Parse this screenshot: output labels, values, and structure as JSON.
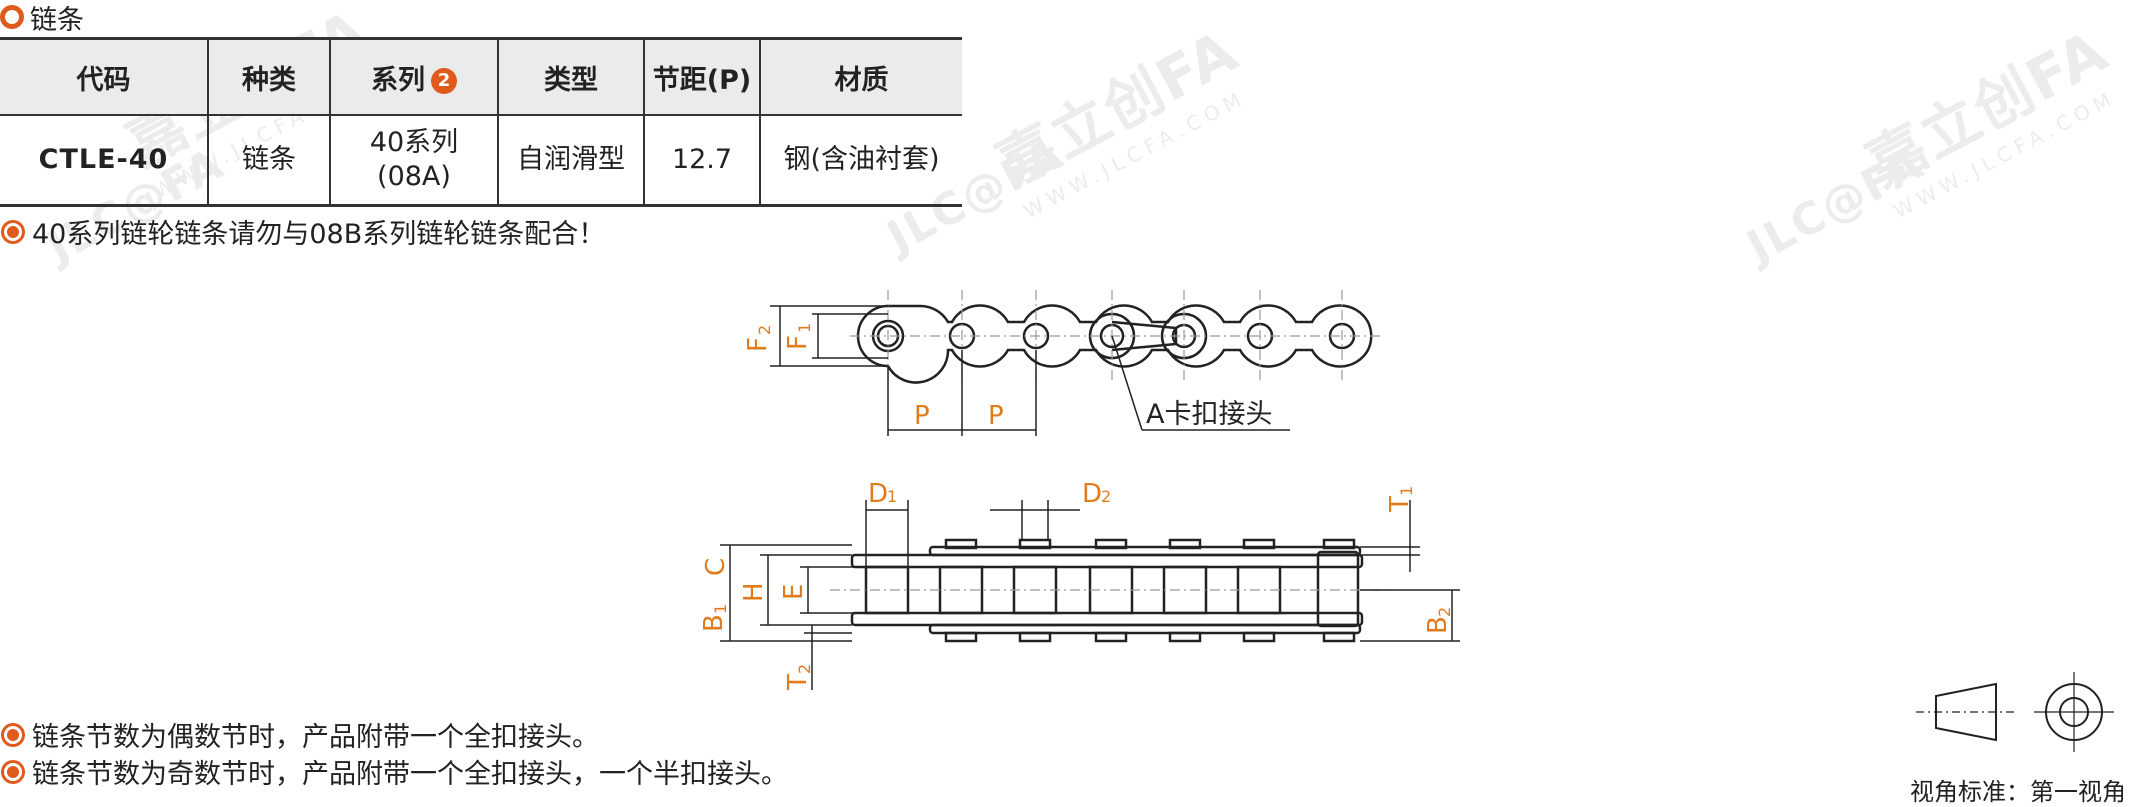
{
  "section": {
    "title": "链条"
  },
  "table": {
    "headers": {
      "code": "代码",
      "kind": "种类",
      "series": "系列",
      "series_badge": "2",
      "type": "类型",
      "pitch": "节距(P)",
      "material": "材质"
    },
    "row": {
      "code": "CTLE-40",
      "kind": "链条",
      "series_line1": "40系列",
      "series_line2": "(08A)",
      "type": "自润滑型",
      "pitch": "12.7",
      "material": "钢(含油衬套)"
    }
  },
  "notes": {
    "n1": "40系列链轮链条请勿与08B系列链轮链条配合！",
    "n2": "链条节数为偶数节时，产品附带一个全扣接头。",
    "n3": "链条节数为奇数节时，产品附带一个全扣接头，一个半扣接头。"
  },
  "drawing": {
    "callout": "A卡扣接头",
    "labels": {
      "F": "F",
      "P": "P",
      "D": "D",
      "C": "C",
      "H": "H",
      "E": "E",
      "B": "B",
      "T": "T",
      "sub1": "1",
      "sub2": "2"
    }
  },
  "view": {
    "label": "视角标准：第一视角"
  },
  "watermark": {
    "brand": "嘉立创FA",
    "logo": "JLC@FA",
    "url": "WWW.JLCFA.COM"
  },
  "colors": {
    "accent": "#e05a1c",
    "dimension": "#e07c1c",
    "code": "#3e6d8e"
  }
}
